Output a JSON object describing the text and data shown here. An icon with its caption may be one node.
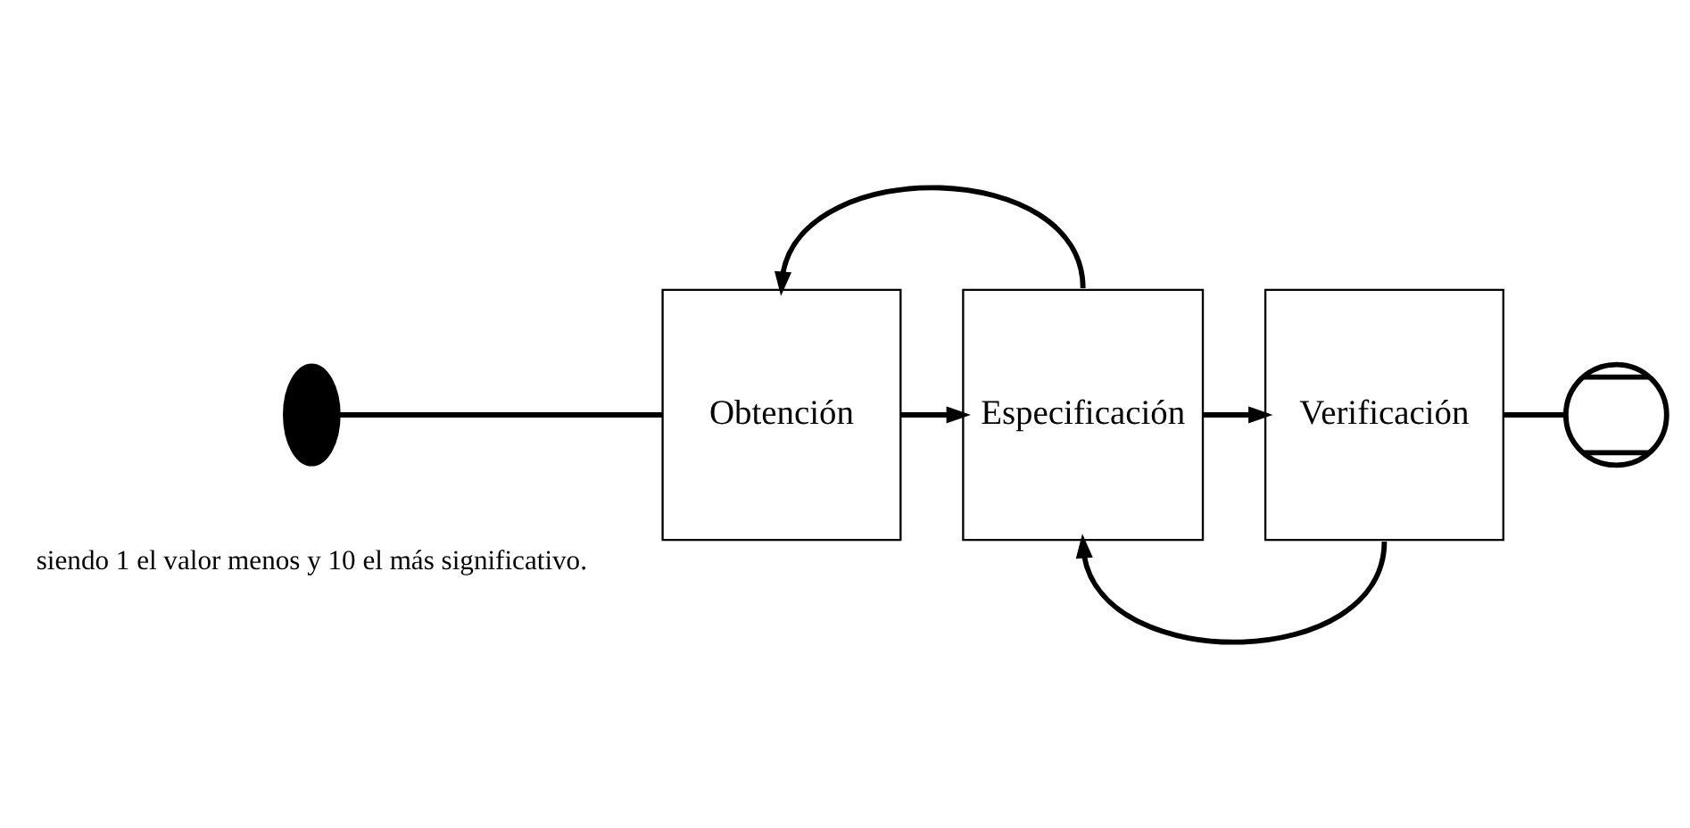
{
  "diagram": {
    "nodes": [
      {
        "text": [],
        "shape": "ellipse"
      },
      {
        "text": [
          "Obtención"
        ]
      },
      {
        "text": [
          "Especificación"
        ]
      },
      {
        "text": [
          "Verificación"
        ]
      },
      {
        "text": [],
        "shape": "circle"
      }
    ],
    "edges": [
      {
        "from": 0,
        "to": 1,
        "arrow": "none"
      },
      {
        "from": 1,
        "to": 2,
        "arrow": "to"
      },
      {
        "from": 2,
        "to": 3,
        "arrow": "to"
      },
      {
        "from": 3,
        "to": 4,
        "arrow": "none"
      },
      {
        "from": 2,
        "to": 1,
        "arrow": "to"
      },
      {
        "from": 3,
        "to": 2,
        "arrow": "to"
      }
    ],
    "labels": [
      "siendo 1 el valor menos y 10 el más significativo."
    ]
  }
}
